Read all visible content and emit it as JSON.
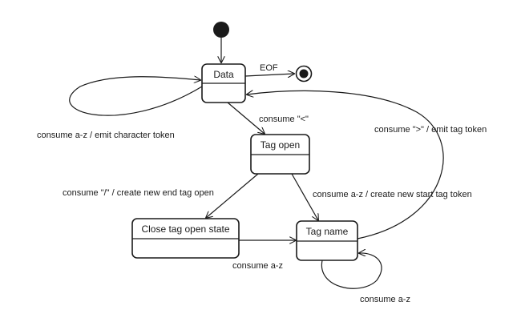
{
  "states": {
    "data": "Data",
    "tag_open": "Tag open",
    "close_tag_open": "Close tag open state",
    "tag_name": "Tag name"
  },
  "transitions": {
    "eof": "EOF",
    "data_self": "consume a-z / emit character token",
    "data_to_tag_open": "consume \"<\"",
    "tag_name_to_data": "consume \">\" / emit tag token",
    "tag_open_to_close": "consume \"/\" / create new end tag open",
    "tag_open_to_tag_name": "consume a-z / create new start tag token",
    "close_to_tag_name": "consume a-z",
    "tag_name_self": "consume a-z"
  },
  "colors": {
    "stroke": "#1a1a1a",
    "node_fill": "#ffffff",
    "text": "#1a1a1a"
  }
}
